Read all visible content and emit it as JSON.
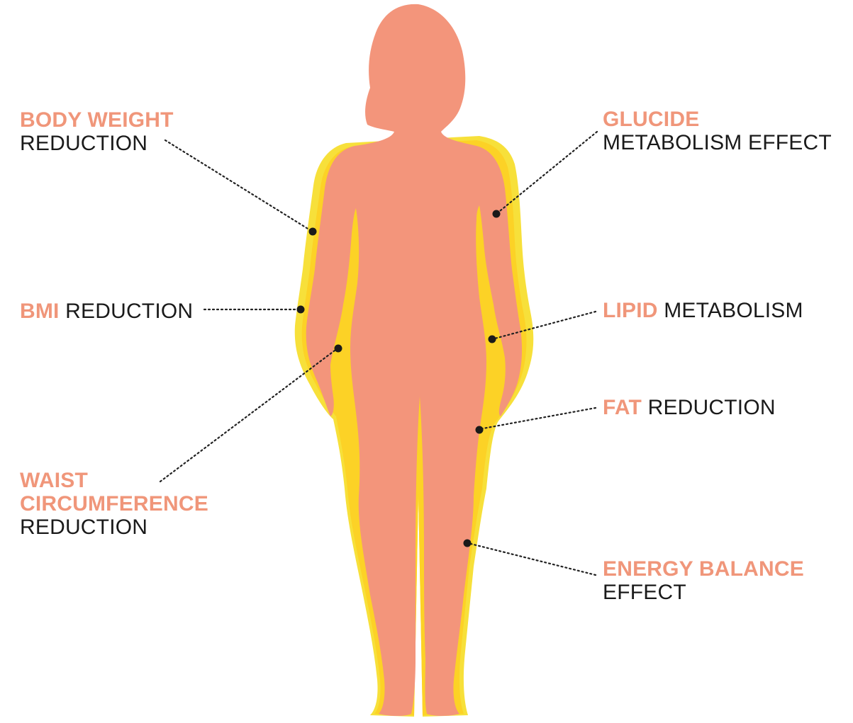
{
  "colors": {
    "highlight": "#f0967a",
    "text": "#1a1a1a",
    "body": "#f3957b",
    "outer_glow": "#f7e03a",
    "inner_glow": "#fcd226",
    "leader": "#222222"
  },
  "labels": {
    "body_weight": {
      "highlight": "BODY WEIGHT",
      "text": "REDUCTION"
    },
    "bmi": {
      "highlight": "BMI",
      "text": "REDUCTION"
    },
    "waist": {
      "highlight_1": "WAIST",
      "highlight_2": "CIRCUMFERENCE",
      "text": "REDUCTION"
    },
    "glucide": {
      "highlight": "GLUCIDE",
      "text": "METABOLISM EFFECT"
    },
    "lipid": {
      "highlight": "LIPID",
      "text": "METABOLISM"
    },
    "fat": {
      "highlight": "FAT",
      "text": "REDUCTION"
    },
    "energy": {
      "highlight": "ENERGY BALANCE",
      "text": "EFFECT"
    }
  }
}
